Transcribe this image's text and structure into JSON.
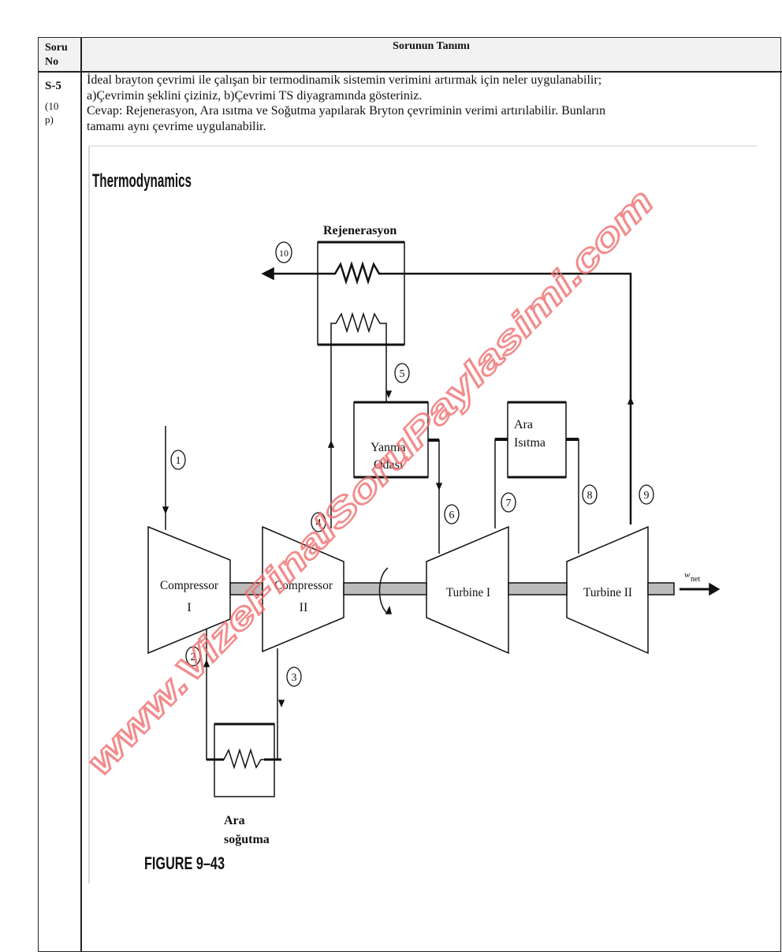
{
  "table": {
    "header_col1": "Soru No",
    "header_col1_line1": "Soru",
    "header_col1_line2": "No",
    "header_col2": "Sorunun Tanımı"
  },
  "question": {
    "number": "S-5",
    "points_line1": "(10",
    "points_line2": "p)",
    "text_line1": "İdeal brayton çevrimi ile çalışan bir termodinamik sistemin verimini artırmak için neler uygulanabilir;",
    "text_line2": "a)Çevrimin şeklini çiziniz, b)Çevrimi TS diyagramında gösteriniz.",
    "answer_line1": "Cevap: Rejenerasyon, Ara ısıtma ve Soğutma yapılarak Bryton çevriminin verimi artırılabilir. Bunların",
    "answer_line2": "tamamı aynı çevrime uygulanabilir."
  },
  "figure": {
    "header": "Thermodynamics",
    "caption": "FIGURE 9–43",
    "regen_label": "Rejenerasyon",
    "combustion_line1": "Yanma",
    "combustion_line2": "Odası",
    "reheat_line1": "Ara",
    "reheat_line2": "Isıtma",
    "intercool_line1": "Ara",
    "intercool_line2": "soğutma",
    "compressor1_line1": "Compressor",
    "compressor1_line2": "I",
    "compressor2_line1": "Compressor",
    "compressor2_line2": "II",
    "turbine1": "Turbine I",
    "turbine2": "Turbine II",
    "wnet_w": "w",
    "wnet_sub": "net",
    "states": [
      "1",
      "2",
      "3",
      "4",
      "5",
      "6",
      "7",
      "8",
      "9",
      "10"
    ]
  },
  "watermark": "www.VizeFinalSoruPaylasimi.com"
}
